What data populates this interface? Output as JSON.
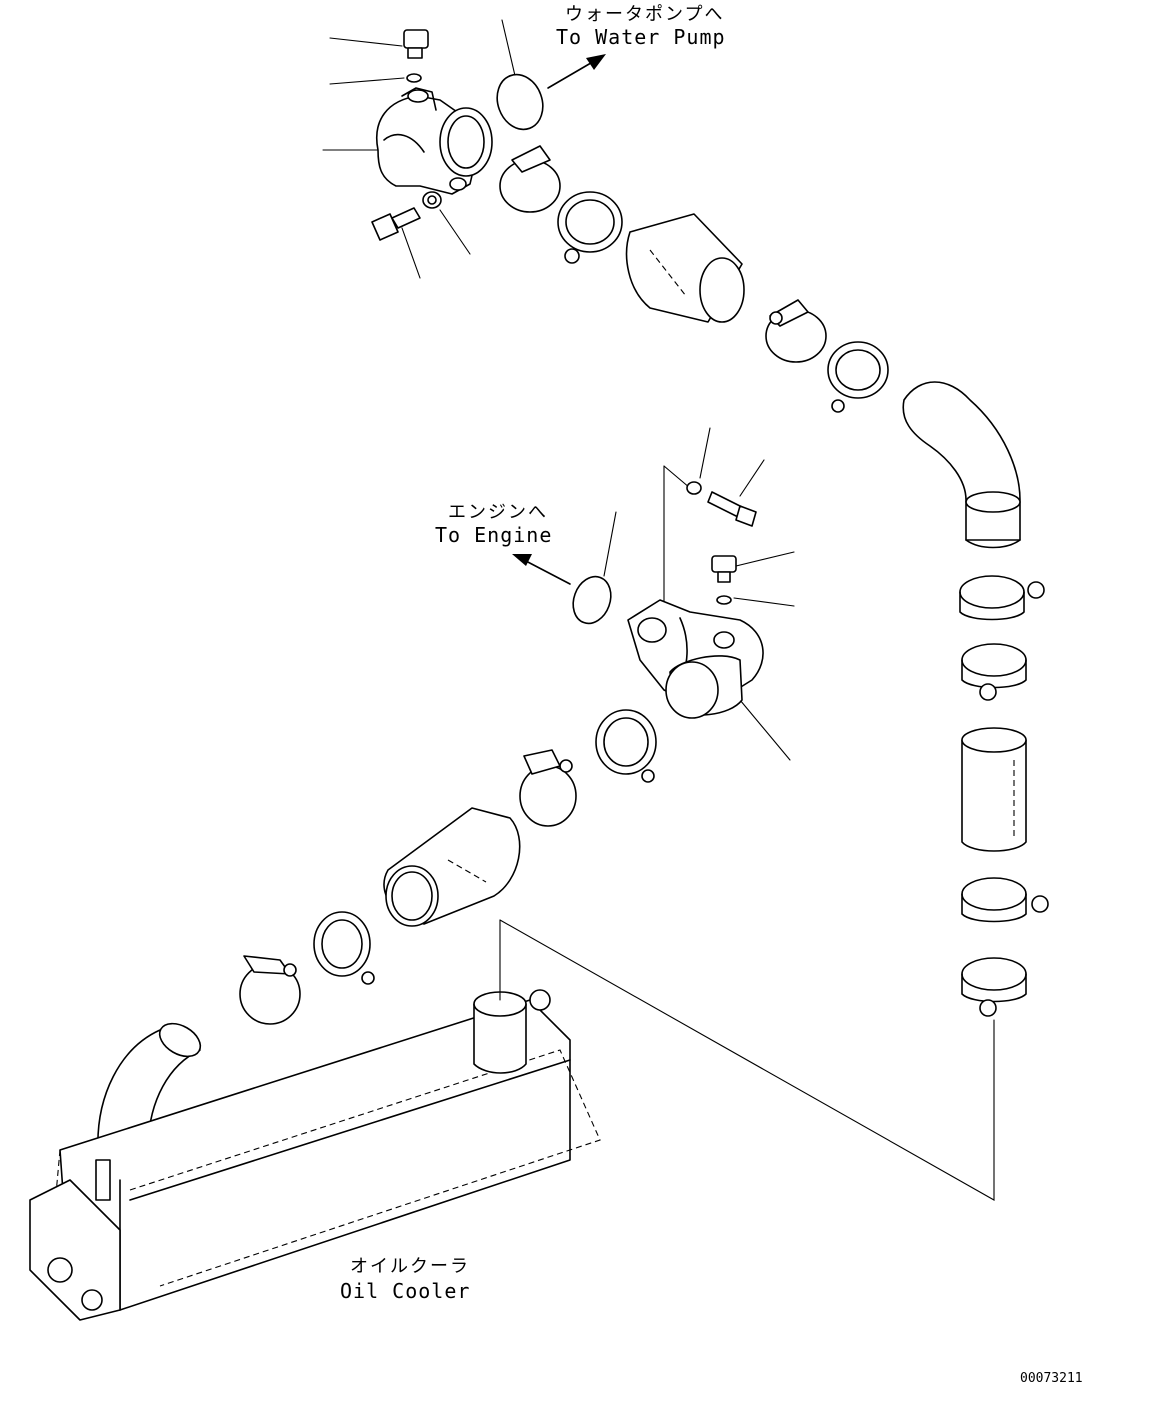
{
  "labels": {
    "water_pump_jp": "ウォータポンプへ",
    "water_pump_en": "To Water Pump",
    "engine_jp": "エンジンへ",
    "engine_en": "To Engine",
    "oil_cooler_jp": "オイルクーラ",
    "oil_cooler_en": "Oil Cooler"
  },
  "drawing_code": "00073211"
}
